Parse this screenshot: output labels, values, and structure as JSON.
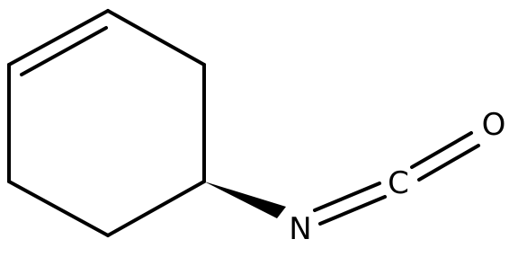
{
  "molecule": {
    "atoms": {
      "oxygen": "O",
      "carbon": "C",
      "nitrogen": "N"
    },
    "ink_color": "#000000",
    "background_color": "#ffffff"
  }
}
